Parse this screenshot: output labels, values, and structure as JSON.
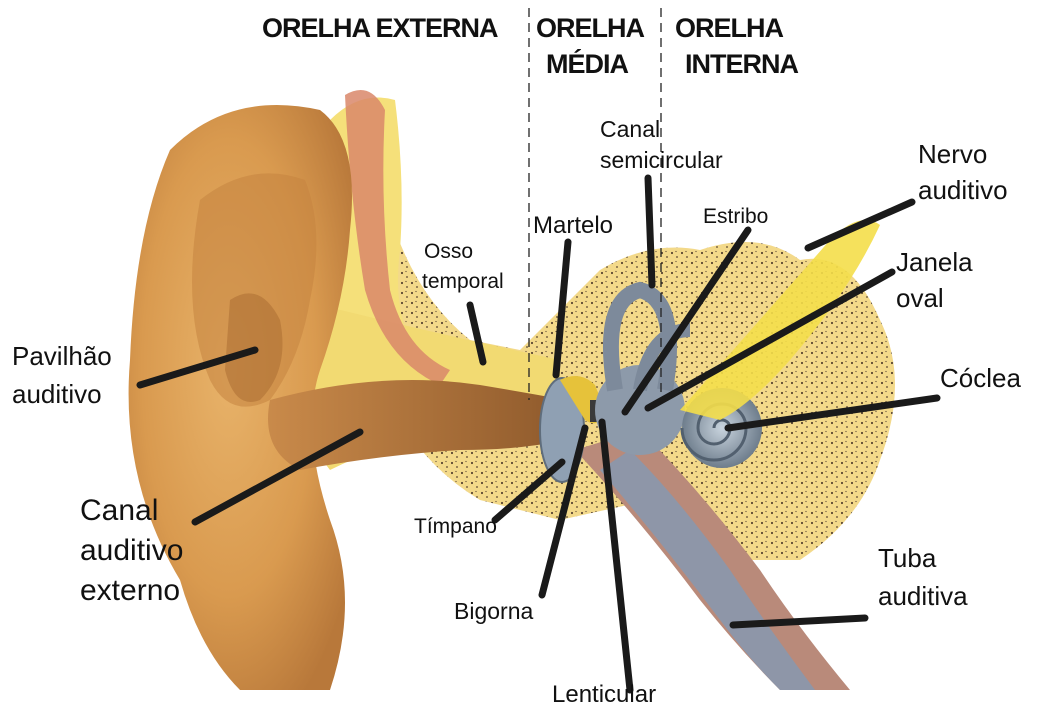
{
  "sections": {
    "external": "ORELHA EXTERNA",
    "middle_l1": "ORELHA",
    "middle_l2": "MÉDIA",
    "internal_l1": "ORELHA",
    "internal_l2": "INTERNA"
  },
  "labels": {
    "pavilhao_1": "Pavilhão",
    "pavilhao_2": "auditivo",
    "canal_auditivo_1": "Canal",
    "canal_auditivo_2": "auditivo",
    "canal_auditivo_3": "externo",
    "osso_1": "Osso",
    "osso_2": "temporal",
    "martelo": "Martelo",
    "canal_semi_1": "Canal",
    "canal_semi_2": "semicircular",
    "estribo": "Estribo",
    "nervo_1": "Nervo",
    "nervo_2": "auditivo",
    "janela_1": "Janela",
    "janela_2": "oval",
    "coclea": "Cóclea",
    "timpano": "Tímpano",
    "bigorna": "Bigorna",
    "lenticular": "Lenticular",
    "tuba_1": "Tuba",
    "tuba_2": "auditiva"
  }
}
